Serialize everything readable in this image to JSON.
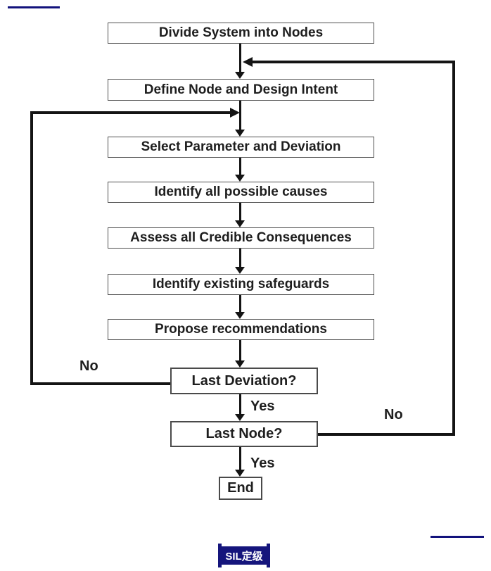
{
  "colors": {
    "accent_navy": "#15157c",
    "line_black": "#141414",
    "box_border_gray": "#4f4f4f",
    "background": "#ffffff",
    "badge_text": "#ffffff"
  },
  "flow": {
    "steps": [
      "Divide System into Nodes",
      "Define Node and Design Intent",
      "Select Parameter and Deviation",
      "Identify all possible causes",
      "Assess all Credible Consequences",
      "Identify existing safeguards",
      "Propose recommendations"
    ],
    "decisions": [
      "Last Deviation?",
      "Last Node?"
    ],
    "terminal": "End",
    "edge_labels": {
      "no_last_deviation": "No",
      "yes_last_deviation": "Yes",
      "no_last_node": "No",
      "yes_last_node": "Yes"
    }
  },
  "footer": {
    "badge_label": "SIL定级"
  }
}
